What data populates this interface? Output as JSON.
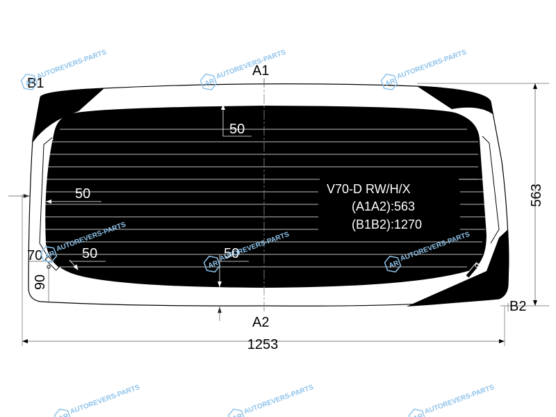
{
  "labels": {
    "a1": "A1",
    "a2": "A2",
    "b1": "B1",
    "b2": "B2"
  },
  "dimensions": {
    "width": "1253",
    "height": "563",
    "top_margin": "50",
    "left_margin": "50",
    "corner_margin": "50",
    "bottom_margin": "50",
    "corner_x": "70",
    "corner_y": "90"
  },
  "spec": {
    "model": "V70-D RW/H/X",
    "a1a2": "(A1A2):563",
    "b1b2": "(B1B2):1270"
  },
  "watermark": {
    "text": "AUTOREVERS-PARTS",
    "logo": "AR"
  },
  "colors": {
    "glass_print": "#000000",
    "outline": "#000000",
    "dimension_line": "#555555",
    "watermark": "#8fc3ea"
  }
}
